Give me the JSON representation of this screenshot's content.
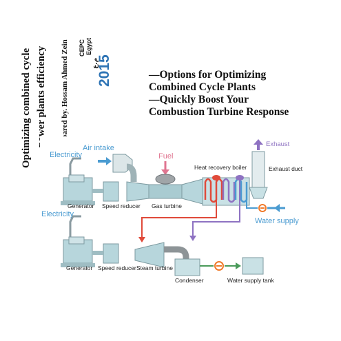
{
  "sidebar": {
    "title_line1": "Optimizing combined cycle",
    "title_line2": "power plants efficiency",
    "prepared_by": "Prepared by. Hossam Ahmed Zein",
    "org": "CEPC",
    "country": "Egypt",
    "arabic": "م.ع",
    "year": "2015"
  },
  "options": {
    "line1": "—Options for Optimizing",
    "line2": "Combined Cycle Plants",
    "line3": "—Quickly Boost Your",
    "line4": "Combustion Turbine Response"
  },
  "diagram": {
    "electricity_top": "Electricity",
    "electricity_bottom": "Electricity",
    "air_intake": "Air intake",
    "fuel": "Fuel",
    "exhaust": "Exhaust",
    "exhaust_duct": "Exhaust duct",
    "heat_recovery_boiler": "Heat recovery boiler",
    "water_supply": "Water supply",
    "generator_top": "Generator",
    "speed_reducer_top": "Speed reducer",
    "gas_turbine": "Gas turbine",
    "generator_bottom": "Generator",
    "speed_reducer_bottom": "Speed reducer",
    "steam_turbine": "Steam turbine",
    "condenser": "Condenser",
    "water_supply_tank": "Water supply tank",
    "colors": {
      "equipment": "#b7d6dc",
      "water_blue": "#4a9bd1",
      "steam_red": "#e04a3a",
      "steam_purple": "#8e72c2",
      "condensate_green": "#4a9a5a",
      "pump_orange": "#f07a2a"
    }
  }
}
